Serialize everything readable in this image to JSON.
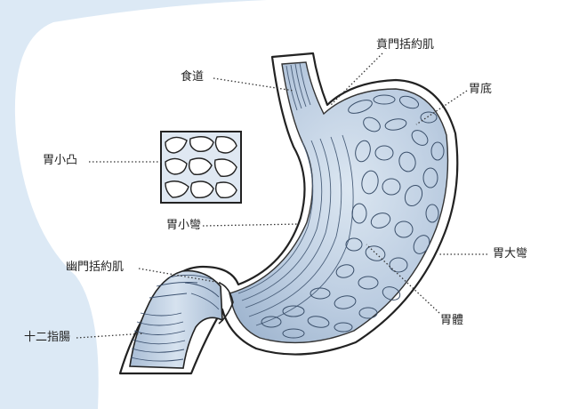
{
  "labels": {
    "esophagus": "食道",
    "cardiac_sphincter": "賁門括約肌",
    "fundus": "胃底",
    "rugae": "胃小凸",
    "lesser_curvature": "胃小彎",
    "greater_curvature": "胃大彎",
    "pyloric_sphincter": "幽門括約肌",
    "body": "胃體",
    "duodenum": "十二指腸"
  },
  "colors": {
    "side_panel": "#dce9f5",
    "stomach_fill": "#b9cbe0",
    "stomach_light": "#dbe6f1",
    "outline": "#222222",
    "leader": "#333333"
  }
}
